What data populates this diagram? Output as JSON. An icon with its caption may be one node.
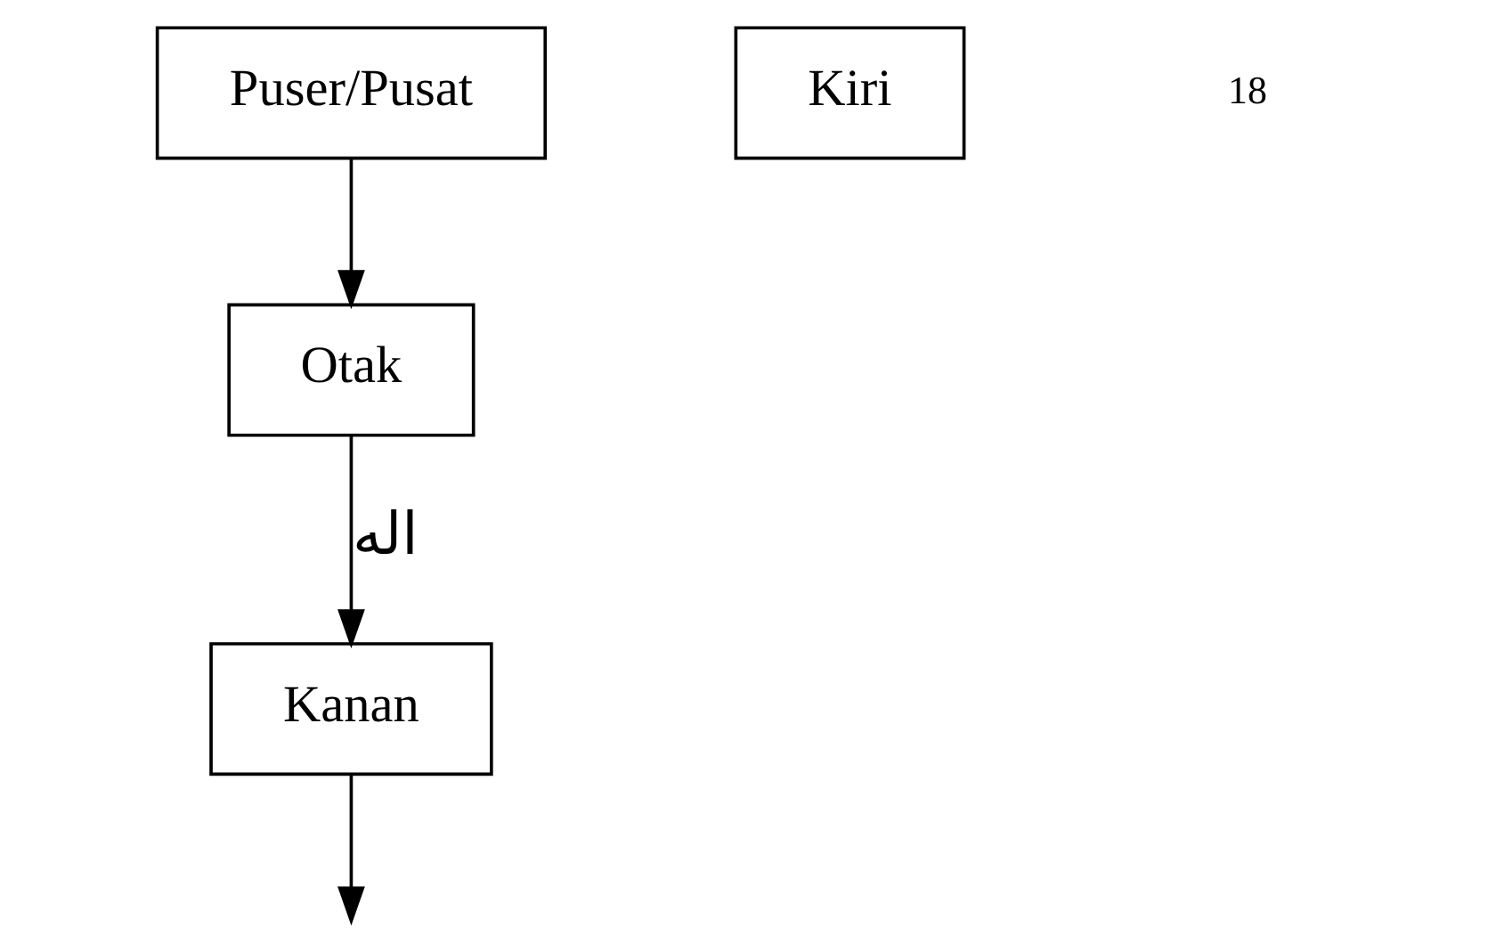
{
  "diagram": {
    "nodes": [
      {
        "text": [
          "Otak"
        ]
      },
      {
        "text": [
          "Kanan"
        ]
      },
      {
        "text": [
          "Kiri"
        ]
      },
      {
        "text": [
          "Puser/Pusat"
        ]
      }
    ],
    "edges": [
      {
        "from": 3,
        "to": 0,
        "arrow": "to"
      },
      {
        "from": 0,
        "to": 1,
        "arrow": "to",
        "label": "اله"
      },
      {
        "from": 1,
        "to": null,
        "arrow": "to"
      }
    ],
    "labels": [
      "18"
    ]
  }
}
